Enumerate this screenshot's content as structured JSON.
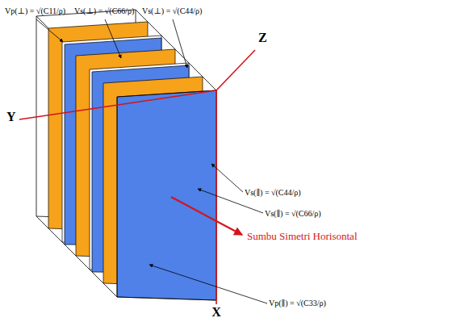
{
  "diagram": {
    "labels": [
      "Vp(⊥) = √(C11/ρ)",
      "Vs(⊥) = √(C66/ρ)",
      "Vs(⊥) = √(C44/ρ)",
      "Y",
      "Z",
      "Vs(∥) = √(C44/ρ)",
      "Vs(∥) = √(C66/ρ)",
      "Sumbu Simetri Horisontal",
      "Vp(∥) = √(C33/ρ)",
      "X"
    ]
  }
}
